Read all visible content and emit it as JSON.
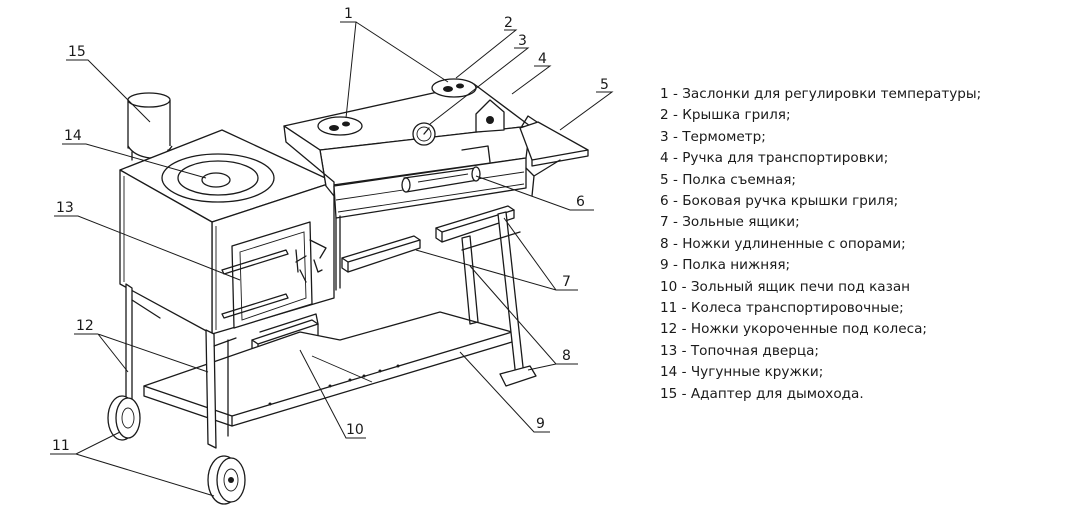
{
  "callouts": [
    {
      "number": "1"
    },
    {
      "number": "2"
    },
    {
      "number": "3"
    },
    {
      "number": "4"
    },
    {
      "number": "5"
    },
    {
      "number": "6"
    },
    {
      "number": "7"
    },
    {
      "number": "8"
    },
    {
      "number": "9"
    },
    {
      "number": "10"
    },
    {
      "number": "11"
    },
    {
      "number": "12"
    },
    {
      "number": "13"
    },
    {
      "number": "14"
    },
    {
      "number": "15"
    }
  ],
  "legend": [
    "1 - Заслонки для регулировки температуры;",
    "2 - Крышка гриля;",
    "3 - Термометр;",
    "4 -  Ручка для транспортировки;",
    "5 -  Полка съемная;",
    "6 -  Боковая ручка крышки гриля;",
    "7 - Зольные ящики;",
    "8 - Ножки удлиненные с опорами;",
    "9 - Полка нижняя;",
    "10 - Зольный ящик  печи под казан",
    "11 - Колеса транспортировочные;",
    "12 - Ножки укороченные под колеса;",
    "13 - Топочная дверца;",
    "14 - Чугунные кружки;",
    "15 - Адаптер для дымохода."
  ]
}
